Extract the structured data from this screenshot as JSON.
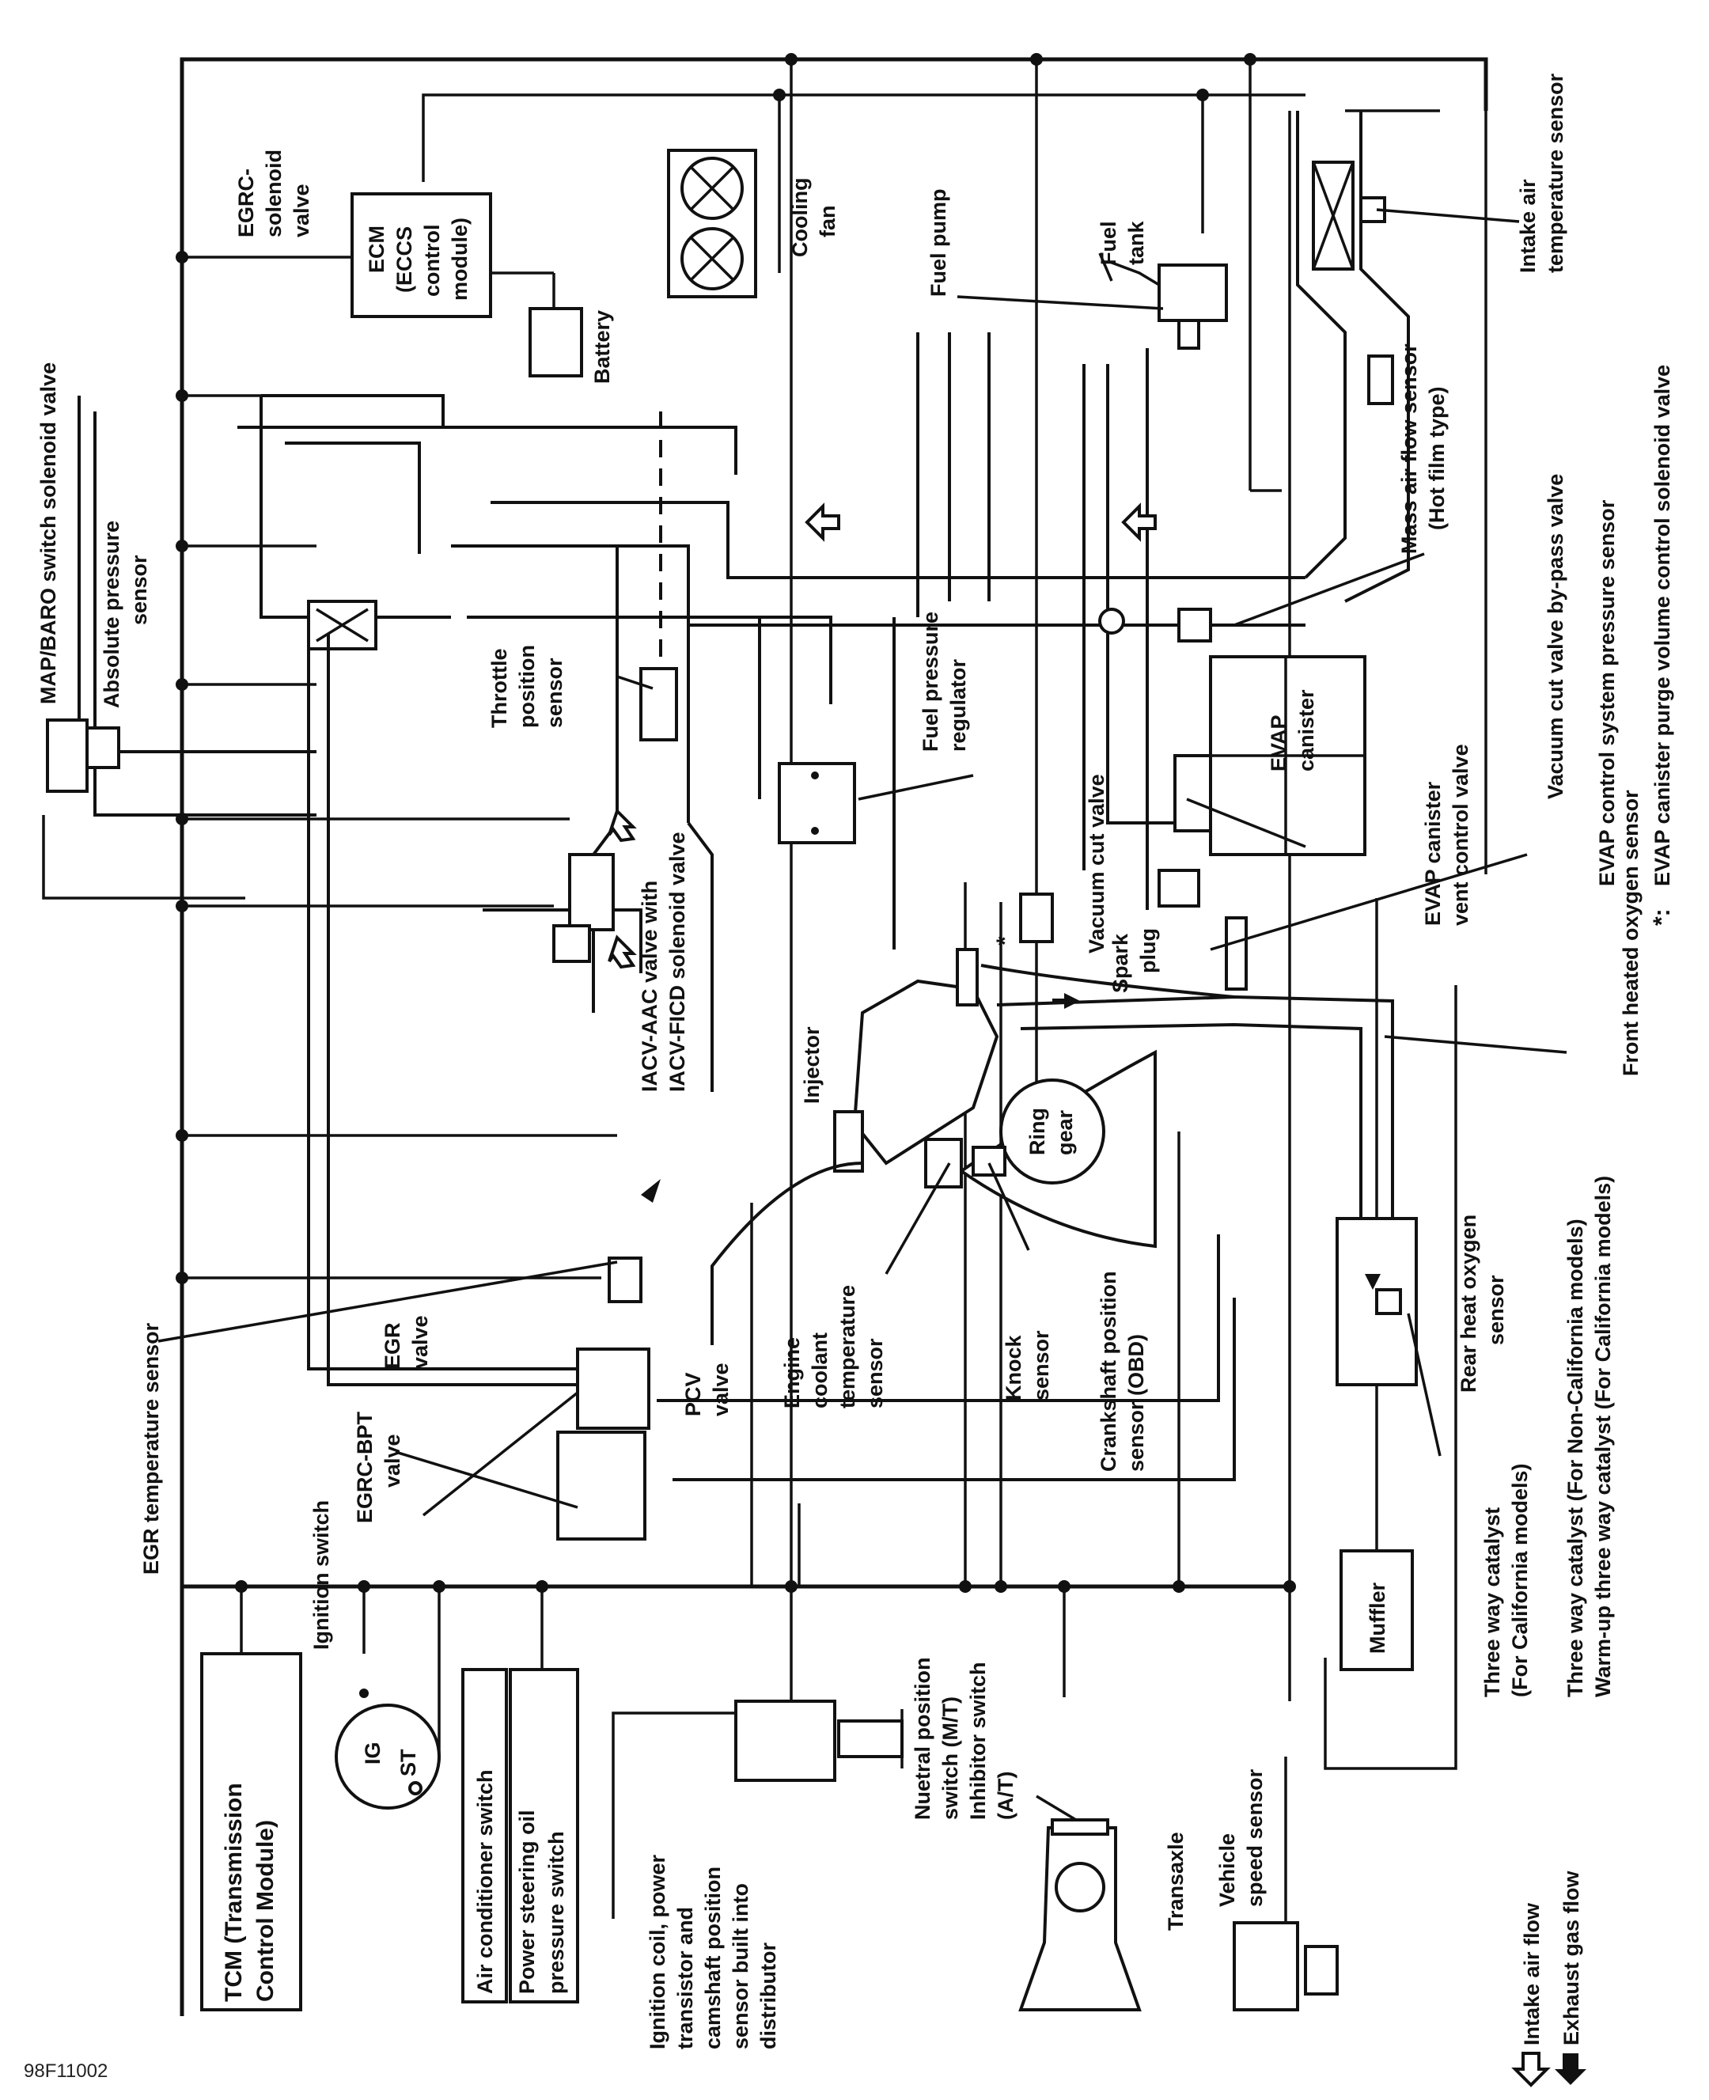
{
  "figure_code": "98F11002",
  "legend": {
    "intake_air_flow": "Intake air flow",
    "exhaust_gas_flow": "Exhaust gas flow"
  },
  "footnote": {
    "symbol": "*:",
    "text": "EVAP canister purge volume control solenoid valve"
  },
  "labels": {
    "tcm_line1": "TCM (Transmission",
    "tcm_line2": "Control Module)",
    "ignition_switch": "Ignition switch",
    "ig": "IG",
    "st": "ST",
    "air_conditioner_switch": "Air conditioner switch",
    "ps_line1": "Power steering oil",
    "ps_line2": "pressure switch",
    "egr_temp_sensor": "EGR temperature sensor",
    "egrc_bpt_line1": "EGRC-BPT",
    "egrc_bpt_line2": "valve",
    "egr_valve_line1": "EGR",
    "egr_valve_line2": "valve",
    "pcv_line1": "PCV",
    "pcv_line2": "valve",
    "ect_line1": "Engine",
    "ect_line2": "coolant",
    "ect_line3": "temperature",
    "ect_line4": "sensor",
    "knock_line1": "Knock",
    "knock_line2": "sensor",
    "ckp_line1": "Crankshaft position",
    "ckp_line2": "sensor  (OBD)",
    "ign_line1": "Ignition coil, power",
    "ign_line2": "transistor and",
    "ign_line3": "camshaft position",
    "ign_line4": "sensor built into",
    "ign_line5": "distributor",
    "neutral_line1": "Nuetral position",
    "neutral_line2": "switch (M/T)",
    "neutral_line3": "Inhibitor switch",
    "neutral_line4": "(A/T)",
    "transaxle": "Transaxle",
    "vss_line1": "Vehicle",
    "vss_line2": "speed sensor",
    "muffler": "Muffler",
    "twc_cal_line1": "Three way catalyst",
    "twc_cal_line2": "(For California models)",
    "twc_noncal": "Three way catalyst (For Non-California models)",
    "warmup_twc": "Warm-up three way catalyst (For California models)",
    "rear_o2_line1": "Rear heat oxygen",
    "rear_o2_line2": "sensor",
    "front_o2": "Front heated oxygen sensor",
    "spark_line1": "Spark",
    "spark_line2": "plug",
    "injector": "Injector",
    "ring_line1": "Ring",
    "ring_line2": "gear",
    "iacv_line1": "IACV-AAC valve with",
    "iacv_line2": "IACV-FICD solenoid valve",
    "tps_line1": "Throttle",
    "tps_line2": "position",
    "tps_line3": "sensor",
    "fpr_line1": "Fuel pressure",
    "fpr_line2": "regulator",
    "vacuum_cut_valve": "Vacuum cut valve",
    "evap_pressure_sensor": "EVAP control system pressure sensor",
    "evap_vent_line1": "EVAP canister",
    "evap_vent_line2": "vent control valve",
    "evap_can_line1": "EVAP",
    "evap_can_line2": "canister",
    "vcv_bypass": "Vacuum cut valve by-pass valve",
    "maf_line1": "Mass air flow sensor",
    "maf_line2": "(Hot film type)",
    "iat_line1": "Intake air",
    "iat_line2": "temperature sensor",
    "fuel_pump": "Fuel pump",
    "fuel_tank_line1": "Fuel",
    "fuel_tank_line2": "tank",
    "cooling_line1": "Cooling",
    "cooling_line2": "fan",
    "ecm_line1": "ECM",
    "ecm_line2": "(ECCS",
    "ecm_line3": "control",
    "ecm_line4": "module)",
    "battery": "Battery",
    "egrc_sol_line1": "EGRC-",
    "egrc_sol_line2": "solenoid",
    "egrc_sol_line3": "valve",
    "map_baro": "MAP/BARO switch solenoid valve",
    "abs_line1": "Absolute pressure",
    "abs_line2": "sensor",
    "asterisk": "*"
  }
}
